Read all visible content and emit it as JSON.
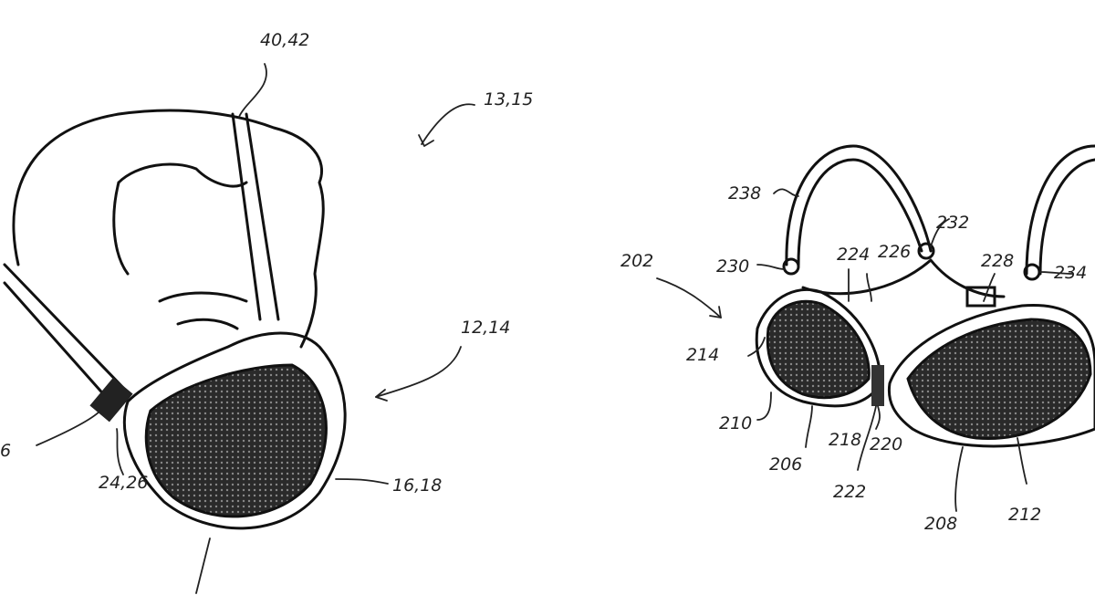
{
  "figure": {
    "mask_labels": {
      "strap": "40,42",
      "assembly": "13,15",
      "mask": "12,14",
      "filter": "16,18",
      "buckle": "24,26",
      "left_partial": "6"
    },
    "bra_labels": {
      "assembly": "202",
      "strap_left": "238",
      "ring_left": "230",
      "center_strap": "224",
      "band": "226",
      "ring_mid": "232",
      "clasp": "228",
      "ring_right": "234",
      "cup_edge": "214",
      "cup_rim": "210",
      "left_cup": "206",
      "bridge_a": "218",
      "bridge_b": "220",
      "bridge_c": "222",
      "right_cup": "208",
      "right_filter": "212"
    }
  }
}
